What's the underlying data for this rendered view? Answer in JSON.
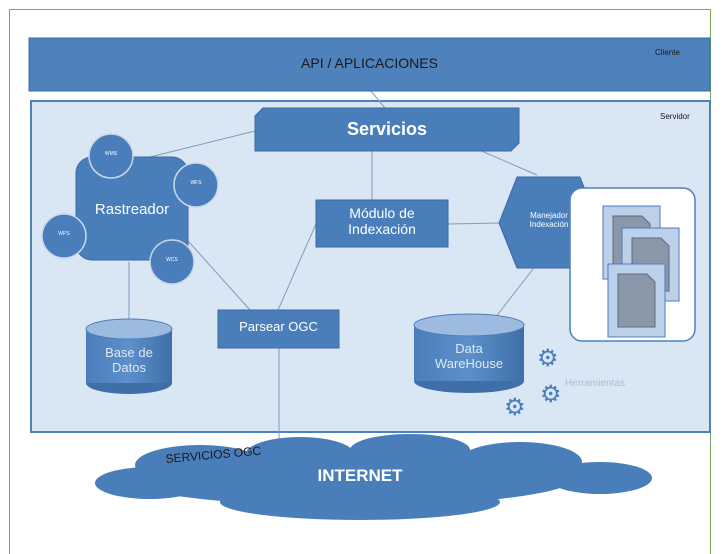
{
  "client_bar": {
    "title": "API / APLICACIONES",
    "tag": "Cliente"
  },
  "server": {
    "tag": "Servidor",
    "services": "Servicios",
    "crawler": {
      "label": "Rastreador",
      "satellites": [
        "WMS",
        "WFS",
        "WPS",
        "WCS"
      ]
    },
    "index_module": {
      "line1": "Módulo de",
      "line2": "Indexación"
    },
    "index_manager": {
      "line1": "Manejador",
      "line2": "Indexación"
    },
    "database": {
      "line1": "Base de",
      "line2": "Datos"
    },
    "parser": "Parsear OGC",
    "warehouse": {
      "line1": "Data",
      "line2": "WareHouse"
    },
    "tools_label": "Herramientas"
  },
  "internet": {
    "label": "INTERNET",
    "services_label": "SERVICIOS OGC"
  },
  "colors": {
    "node_fill": "#4a7ebb",
    "band_fill": "#d9e6f4",
    "bar_fill": "#4f81bd",
    "frame": "#7aa85c"
  }
}
